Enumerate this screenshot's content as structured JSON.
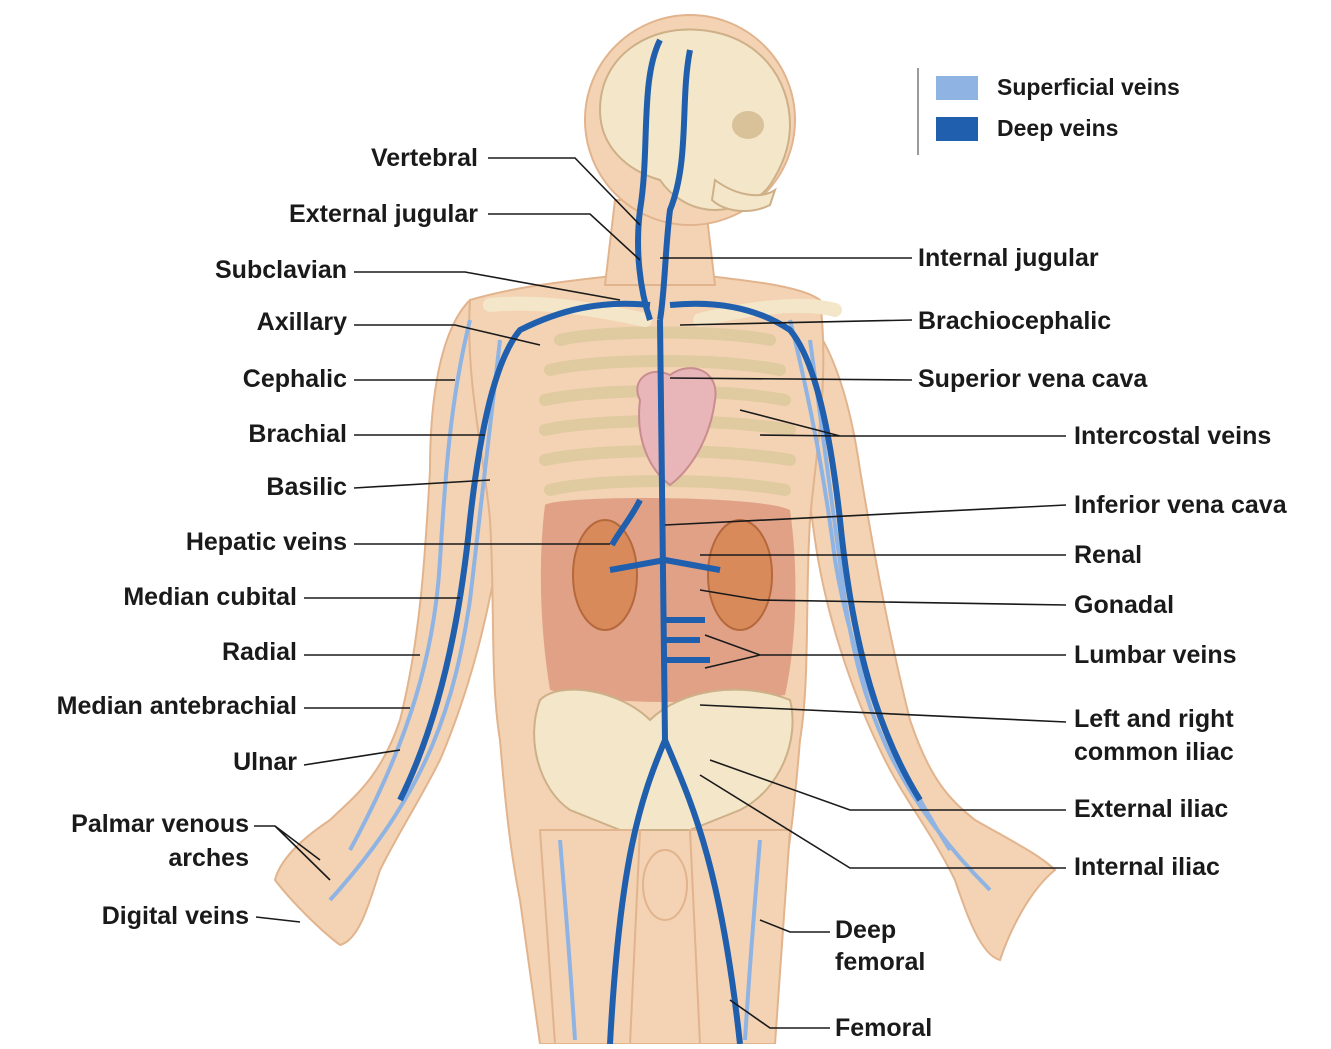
{
  "legend": {
    "items": [
      {
        "label": "Superficial veins",
        "color": "#8fb4e3"
      },
      {
        "label": "Deep veins",
        "color": "#1f5fad"
      }
    ]
  },
  "labels_left": {
    "vertebral": "Vertebral",
    "external_jugular": "External jugular",
    "subclavian": "Subclavian",
    "axillary": "Axillary",
    "cephalic": "Cephalic",
    "brachial": "Brachial",
    "basilic": "Basilic",
    "hepatic_veins": "Hepatic veins",
    "median_cubital": "Median cubital",
    "radial": "Radial",
    "median_antebrachial": "Median antebrachial",
    "ulnar": "Ulnar",
    "palmar_line1": "Palmar venous",
    "palmar_line2": "arches",
    "digital_veins": "Digital veins"
  },
  "labels_right": {
    "internal_jugular": "Internal jugular",
    "brachiocephalic": "Brachiocephalic",
    "superior_vena_cava": "Superior vena cava",
    "intercostal_veins": "Intercostal veins",
    "inferior_vena_cava": "Inferior vena cava",
    "renal": "Renal",
    "gonadal": "Gonadal",
    "lumbar_veins": "Lumbar veins",
    "common_iliac_line1": "Left and right",
    "common_iliac_line2": "common iliac",
    "external_iliac": "External iliac",
    "internal_iliac": "Internal iliac",
    "deep_femoral_line1": "Deep",
    "deep_femoral_line2": "femoral",
    "femoral": "Femoral"
  },
  "colors": {
    "skin": "#f3d3b3",
    "skin_shadow": "#e2b48e",
    "bone": "#f4e6c8",
    "deep_vein": "#1f5fad",
    "superficial_vein": "#8fb4e3",
    "heart": "#e8b6b8",
    "kidney": "#d98a5a",
    "abdomen": "#d99078"
  }
}
